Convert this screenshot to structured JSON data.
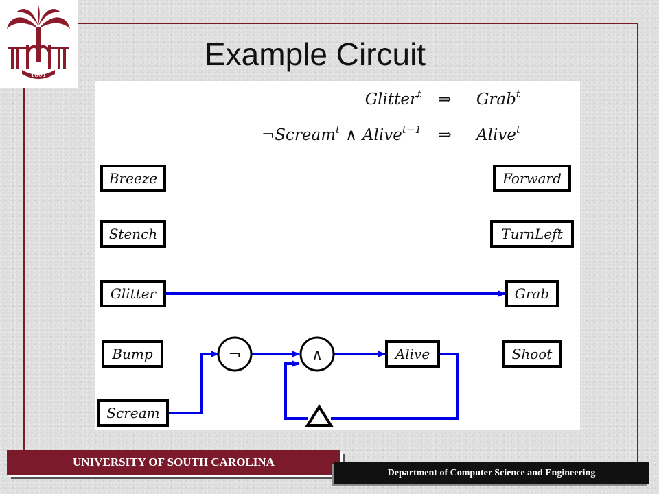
{
  "slide": {
    "title": "Example Circuit",
    "footer_left": "UNIVERSITY OF SOUTH CAROLINA",
    "footer_right": "Department of Computer Science and Engineering"
  },
  "logo": {
    "year": "1801"
  },
  "rules": [
    {
      "lhs_neg": "",
      "lhs_a": "Glitter",
      "lhs_a_sup": "t",
      "lhs_and": "",
      "lhs_b": "",
      "lhs_b_sup": "",
      "implies": "⇒",
      "rhs": "Grab",
      "rhs_sup": "t"
    },
    {
      "lhs_neg": "¬",
      "lhs_a": "Scream",
      "lhs_a_sup": "t",
      "lhs_and": "∧",
      "lhs_b": "Alive",
      "lhs_b_sup": "t−1",
      "implies": "⇒",
      "rhs": "Alive",
      "rhs_sup": "t"
    }
  ],
  "sensors": [
    "Breeze",
    "Stench",
    "Glitter",
    "Bump",
    "Scream"
  ],
  "actions": [
    "Forward",
    "TurnLeft",
    "Grab",
    "Shoot"
  ],
  "gates": {
    "not": "¬",
    "and": "∧",
    "state": "Alive"
  },
  "colors": {
    "wire": "#0000e6",
    "maroon": "#7b1a2a"
  }
}
